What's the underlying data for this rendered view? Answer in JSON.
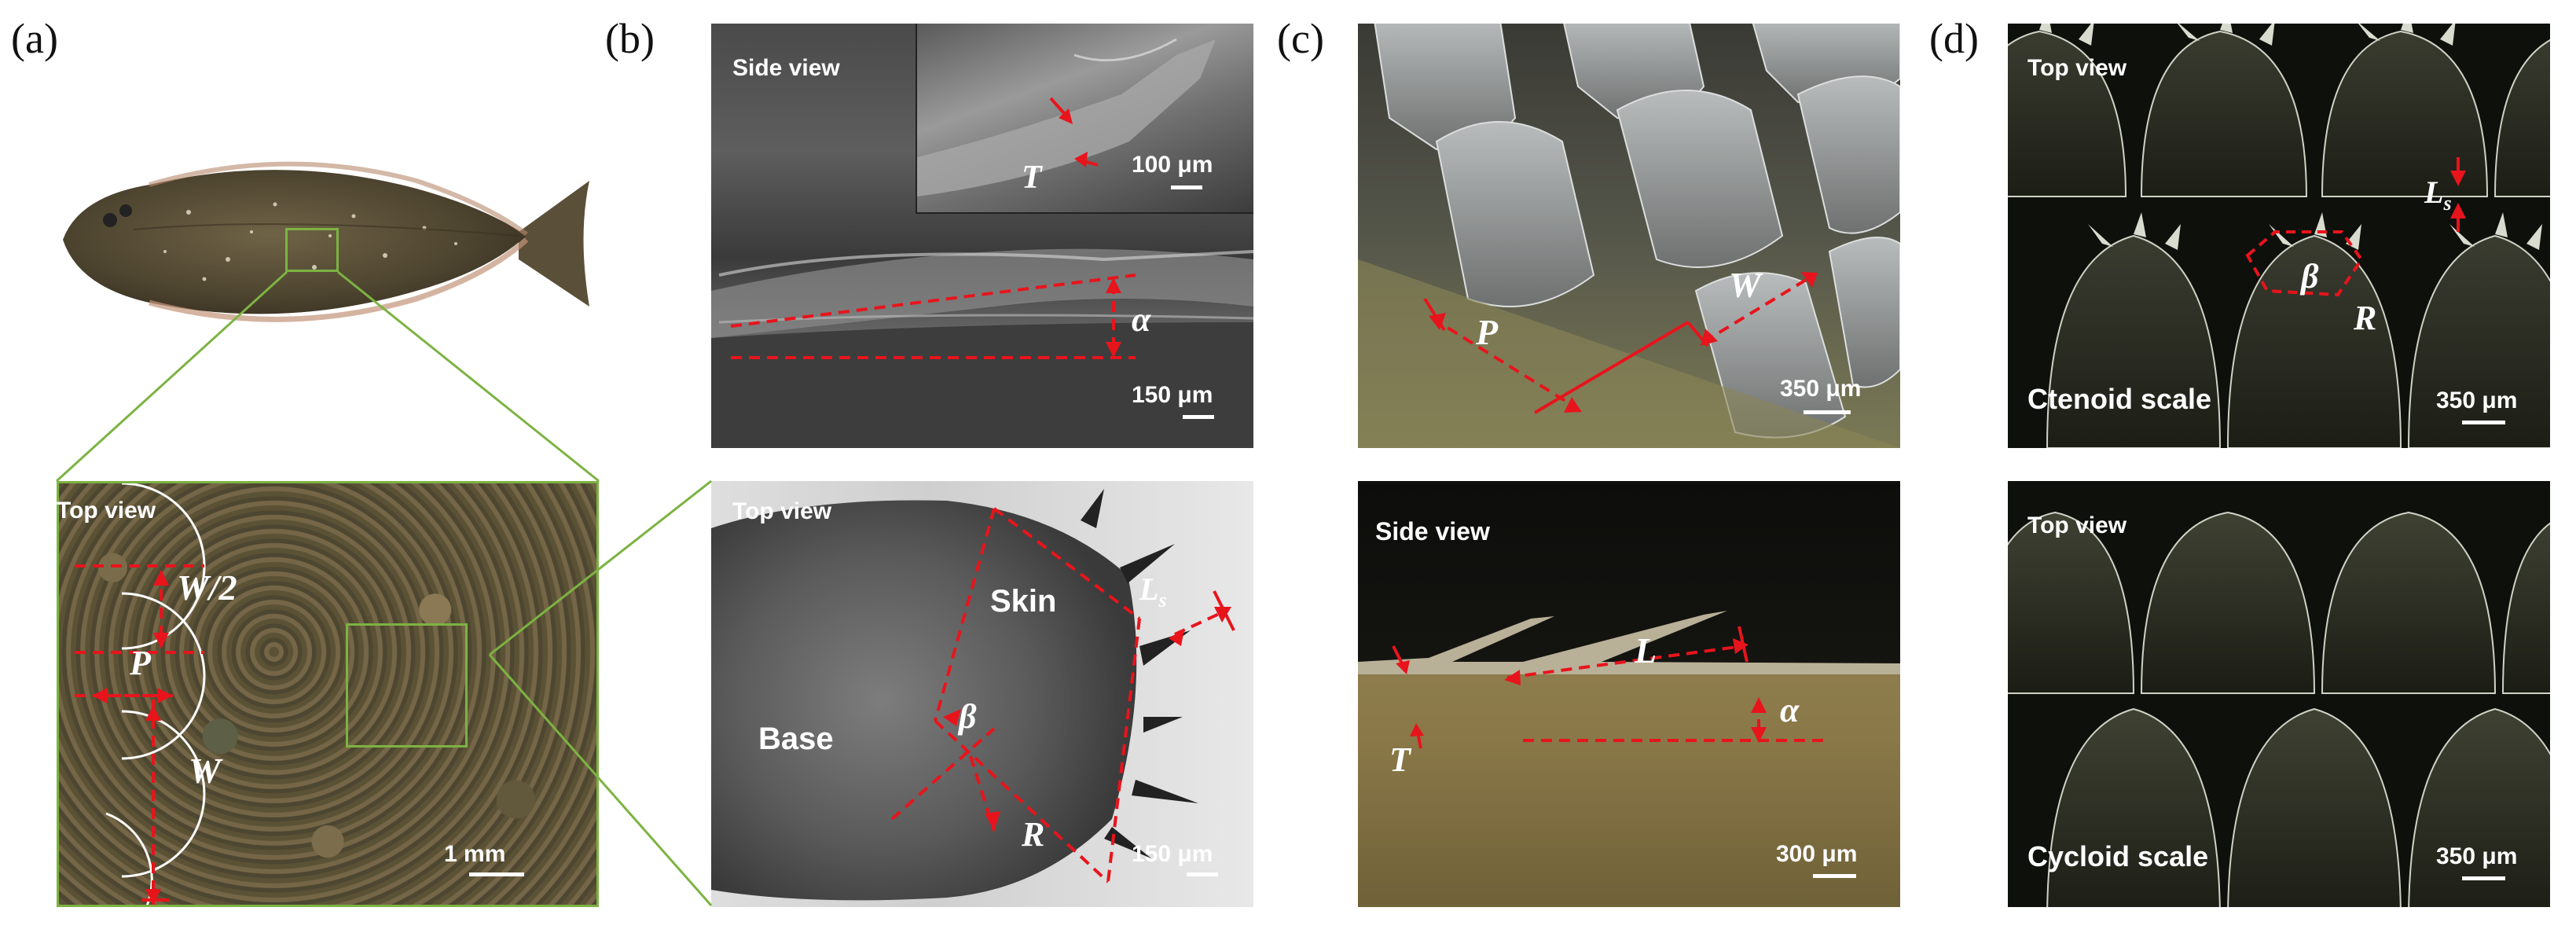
{
  "panels": {
    "a": {
      "letter": "(a)",
      "top_view": "Top view",
      "sym_w2": "W/2",
      "sym_p": "P",
      "sym_w": "W",
      "scale": "1 mm"
    },
    "b": {
      "letter": "(b)",
      "side_view": "Side view",
      "sym_t": "T",
      "scale_inset": "100 μm",
      "sym_alpha": "α",
      "scale_side": "150 μm",
      "top_view": "Top view",
      "skin": "Skin",
      "base": "Base",
      "sym_beta": "β",
      "sym_r": "R",
      "sym_ls_main": "L",
      "sym_ls_sub": "s",
      "scale_top": "150 μm"
    },
    "c": {
      "letter": "(c)",
      "sym_p": "P",
      "sym_w": "W",
      "scale_top": "350 μm",
      "side_view": "Side view",
      "sym_l": "L",
      "sym_alpha": "α",
      "sym_t": "T",
      "scale_side": "300 μm"
    },
    "d": {
      "letter": "(d)",
      "top_view_1": "Top view",
      "sym_ls_main": "L",
      "sym_ls_sub": "s",
      "sym_beta": "β",
      "sym_r": "R",
      "caption_1": "Ctenoid scale",
      "scale_1": "350 μm",
      "top_view_2": "Top view",
      "caption_2": "Cycloid scale",
      "scale_2": "350 μm"
    }
  },
  "colors": {
    "annotation": "#e8141c",
    "callout": "#7cb342"
  }
}
